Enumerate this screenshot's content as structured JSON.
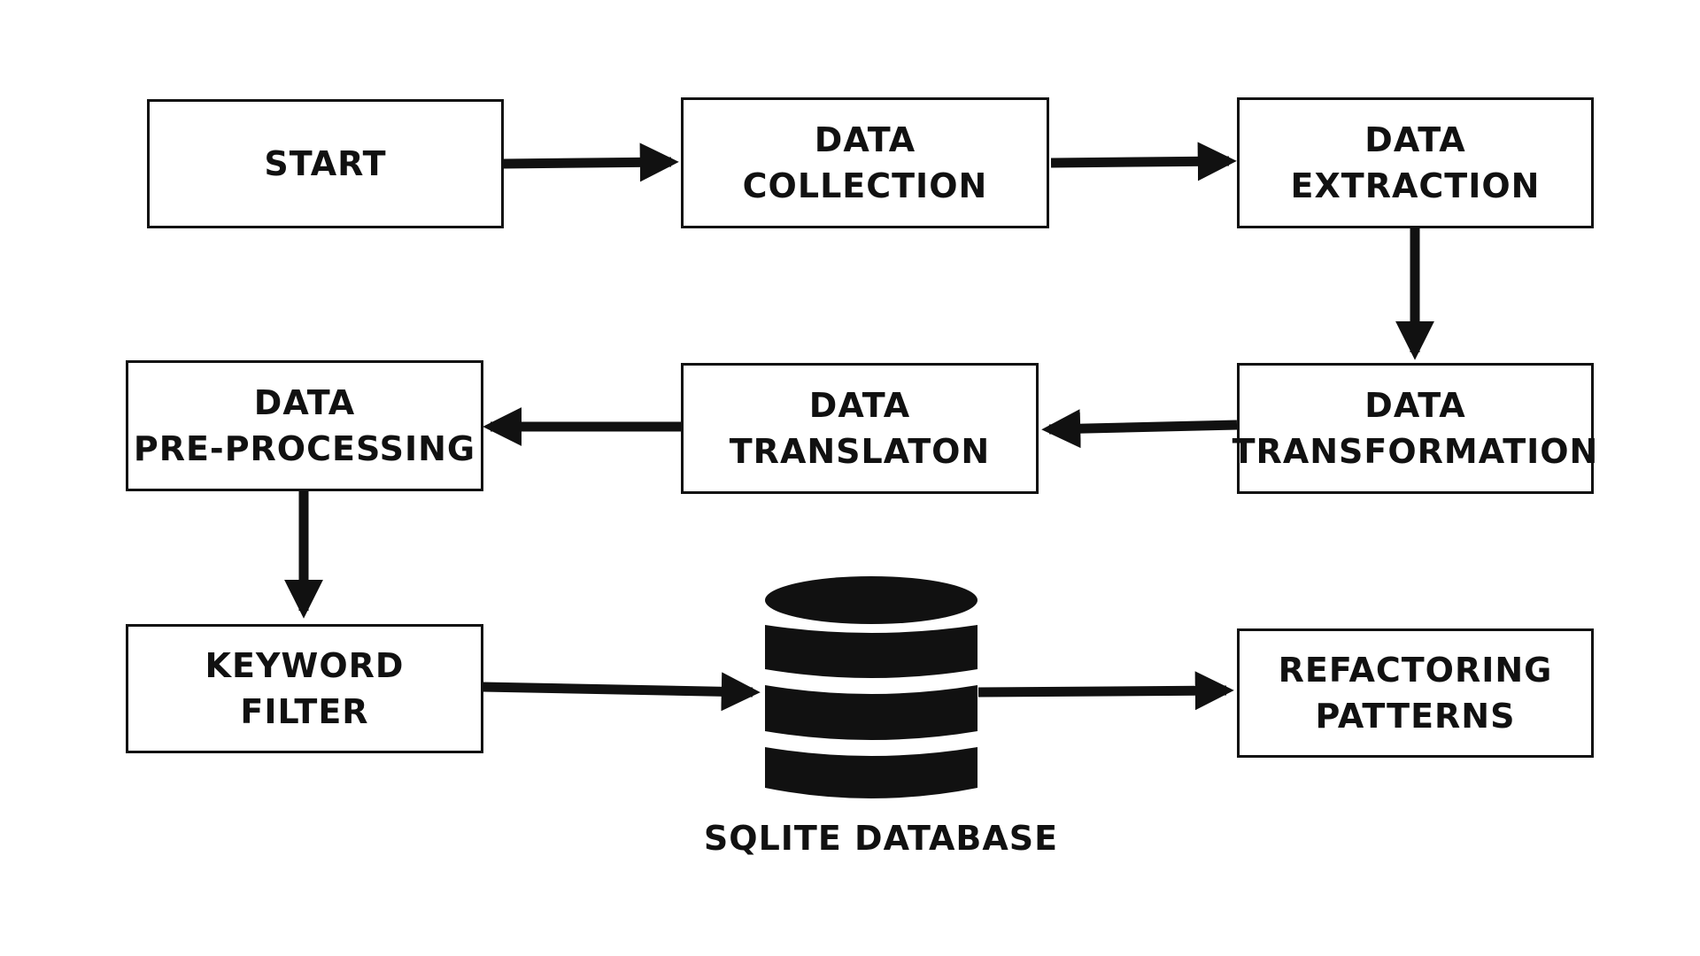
{
  "nodes": {
    "start": {
      "lines": [
        "START"
      ]
    },
    "collection": {
      "lines": [
        "DATA",
        "COLLECTION"
      ]
    },
    "extraction": {
      "lines": [
        "DATA",
        "EXTRACTION"
      ]
    },
    "transformation": {
      "lines": [
        "DATA",
        "TRANSFORMATION"
      ]
    },
    "translation": {
      "lines": [
        "DATA",
        "TRANSLATON"
      ]
    },
    "preprocessing": {
      "lines": [
        "DATA",
        "PRE-PROCESSING"
      ]
    },
    "keyword_filter": {
      "lines": [
        "KEYWORD",
        "FILTER"
      ]
    },
    "refactoring": {
      "lines": [
        "REFACTORING",
        "PATTERNS"
      ]
    }
  },
  "database": {
    "label": "SQLITE DATABASE",
    "icon": "database-icon"
  },
  "edges": [
    {
      "from": "start",
      "to": "collection"
    },
    {
      "from": "collection",
      "to": "extraction"
    },
    {
      "from": "extraction",
      "to": "transformation"
    },
    {
      "from": "transformation",
      "to": "translation"
    },
    {
      "from": "translation",
      "to": "preprocessing"
    },
    {
      "from": "preprocessing",
      "to": "keyword_filter"
    },
    {
      "from": "keyword_filter",
      "to": "database"
    },
    {
      "from": "database",
      "to": "refactoring"
    }
  ],
  "colors": {
    "ink": "#111111",
    "background": "#ffffff"
  }
}
